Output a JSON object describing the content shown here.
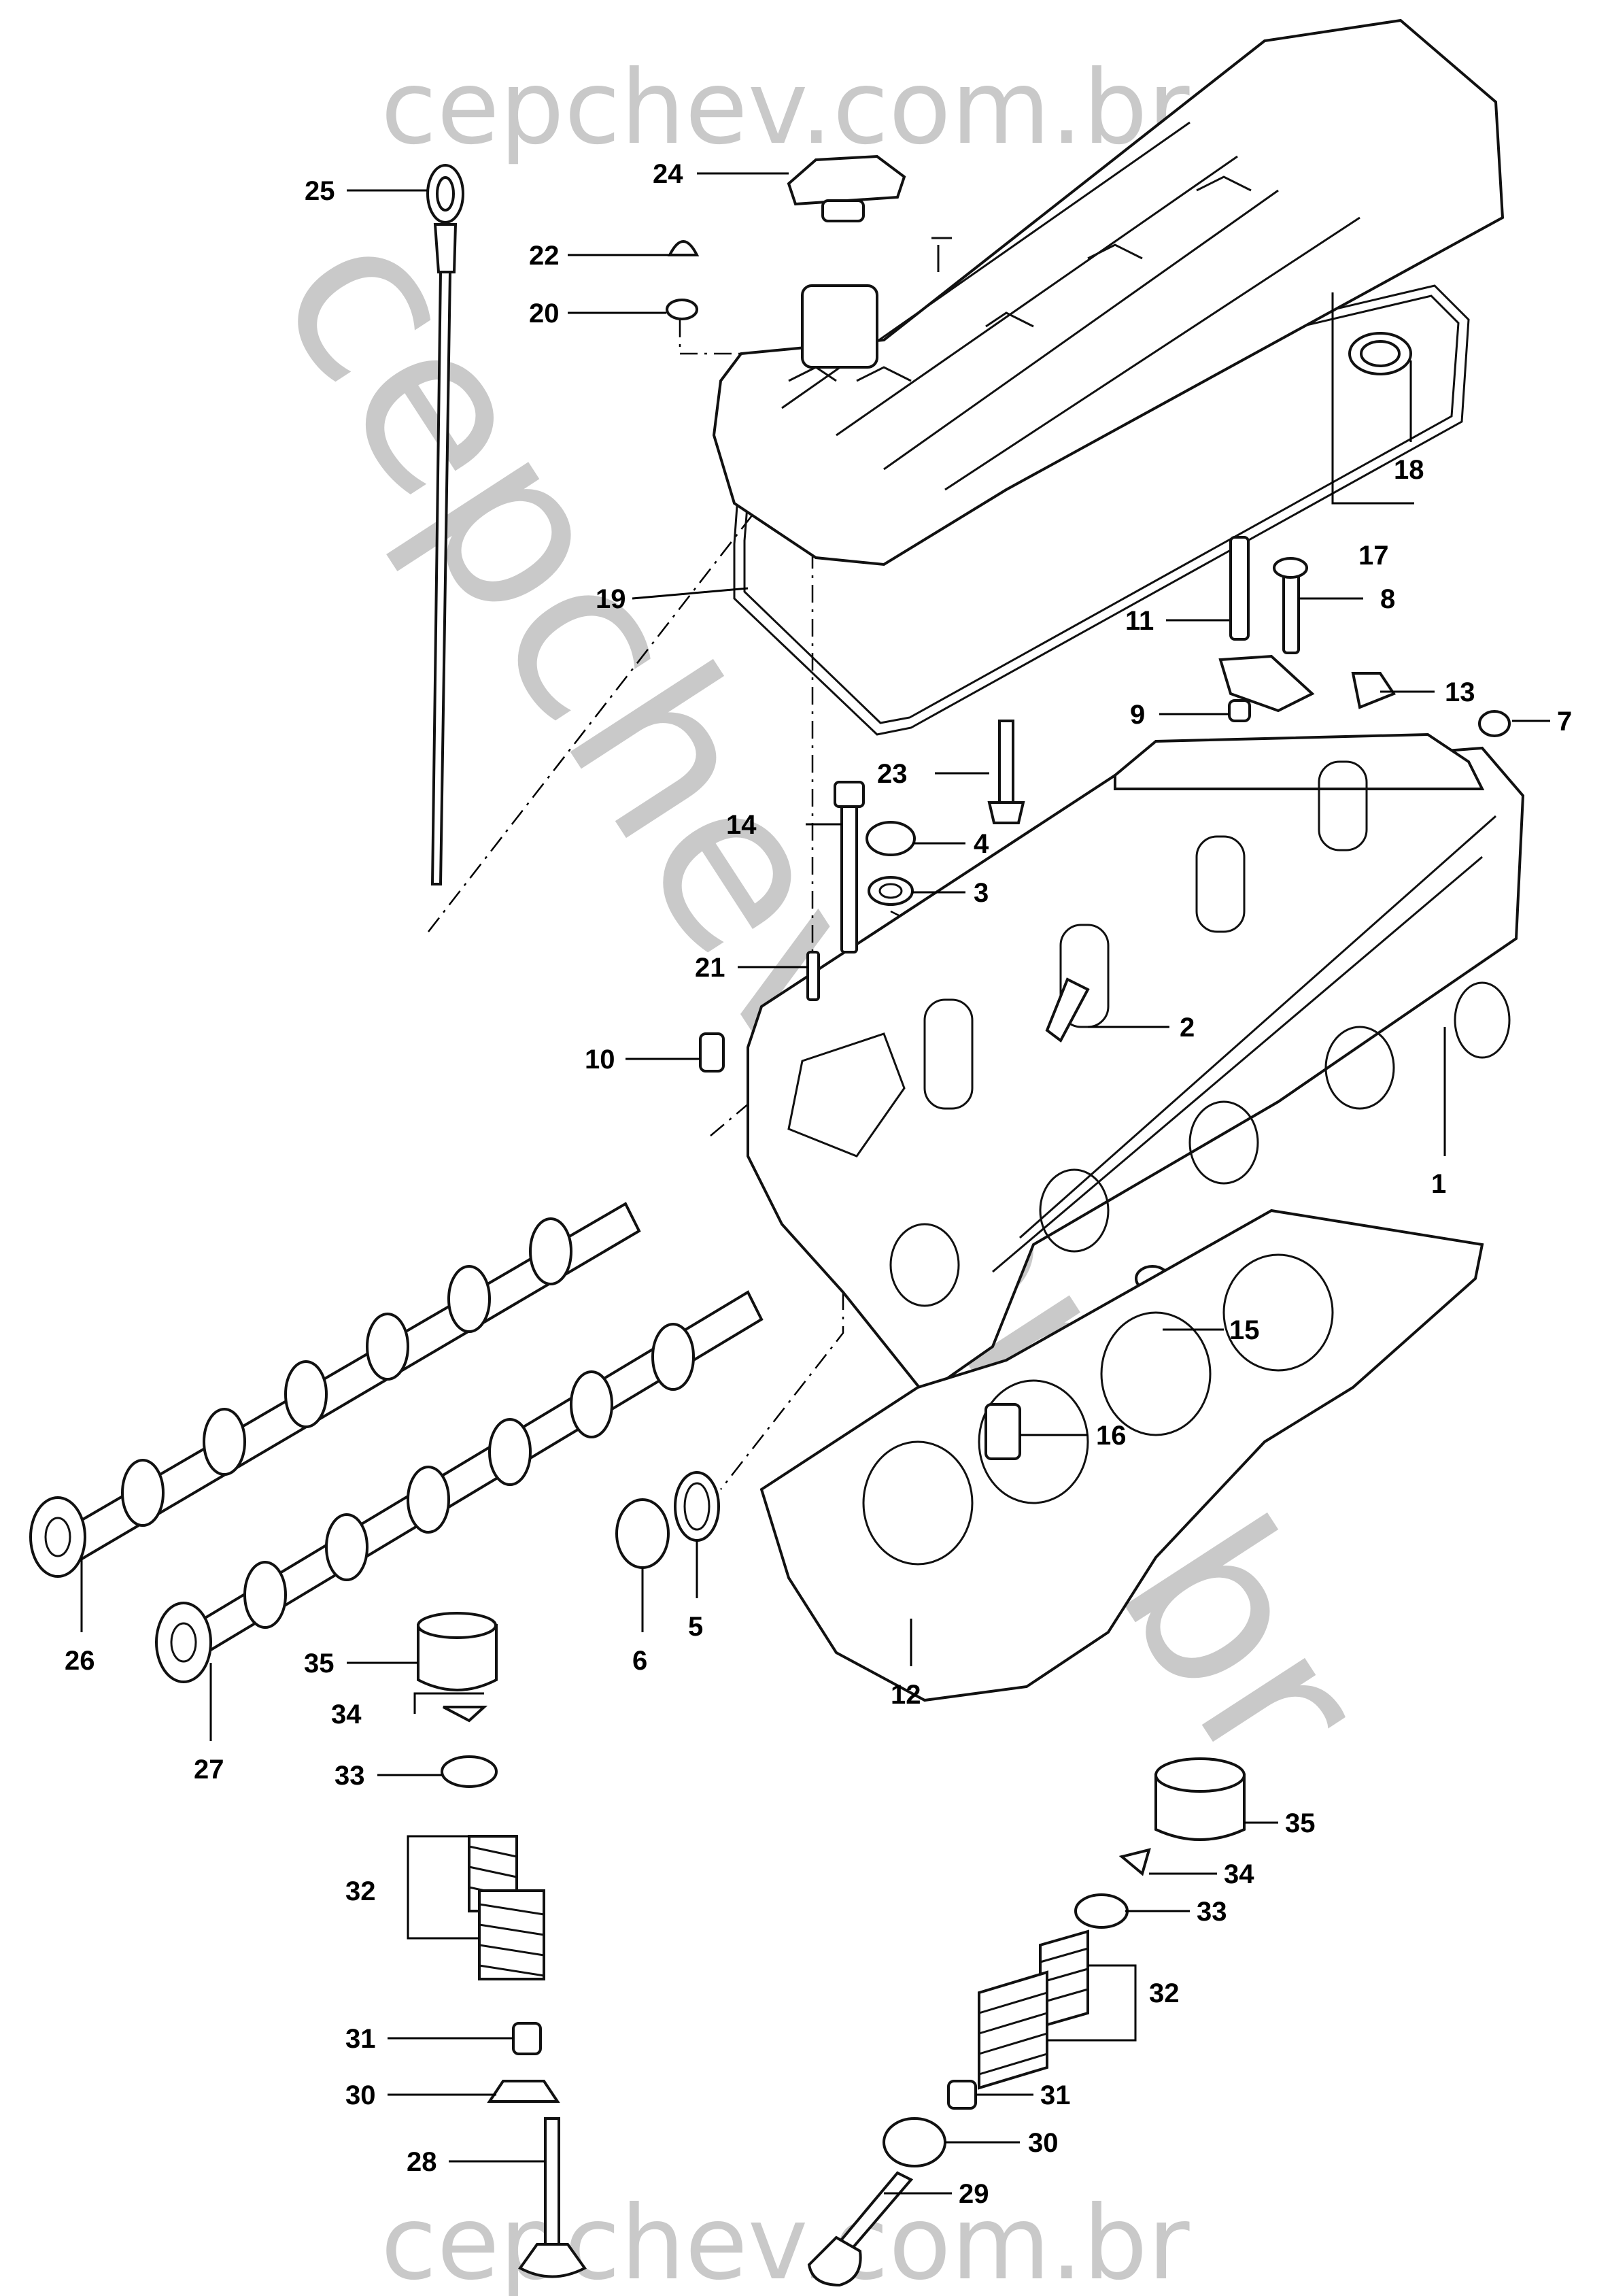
{
  "watermark": {
    "top": "cepchev.com.br",
    "bottom": "cepchev.com.br",
    "diagonal": "cepchev.com.br"
  },
  "callouts": [
    "25",
    "24",
    "22",
    "20",
    "18",
    "17",
    "19",
    "11",
    "8",
    "13",
    "9",
    "7",
    "23",
    "14",
    "4",
    "3",
    "21",
    "2",
    "10",
    "1",
    "15",
    "16",
    "6",
    "5",
    "12",
    "26",
    "27",
    "35",
    "34",
    "33",
    "32",
    "31",
    "30",
    "28",
    "35",
    "34",
    "33",
    "32",
    "31",
    "30",
    "29"
  ]
}
